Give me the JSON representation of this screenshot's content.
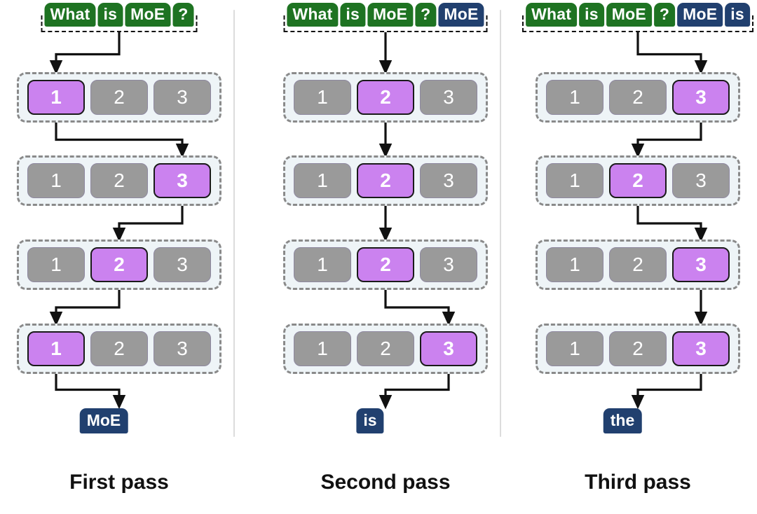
{
  "figure": {
    "type": "diagram",
    "subject": "Mixture-of-Experts iterative decoding: expert routing per pass",
    "expert_labels": [
      "1",
      "2",
      "3"
    ],
    "layers": 4
  },
  "theme": {
    "expert_active_color": "#cb82ef",
    "expert_inactive_color": "#9a9a9a",
    "prompt_token_color": "#1e7322",
    "generated_token_color": "#21406f",
    "row_background": "#eef4f7",
    "row_border": "#8a8a8a",
    "arrow_color": "#111111",
    "divider_color": "#dcdcdc",
    "page_background": "#ffffff"
  },
  "columns": [
    {
      "id": "first-pass",
      "caption": "First pass",
      "prompt": [
        {
          "text": "What",
          "kind": "prompt"
        },
        {
          "text": "is",
          "kind": "prompt"
        },
        {
          "text": "MoE",
          "kind": "prompt"
        },
        {
          "text": "?",
          "kind": "prompt"
        }
      ],
      "layers": [
        {
          "index": 1,
          "active_expert": 1,
          "experts": [
            "1",
            "2",
            "3"
          ]
        },
        {
          "index": 2,
          "active_expert": 3,
          "experts": [
            "1",
            "2",
            "3"
          ]
        },
        {
          "index": 3,
          "active_expert": 2,
          "experts": [
            "1",
            "2",
            "3"
          ]
        },
        {
          "index": 4,
          "active_expert": 1,
          "experts": [
            "1",
            "2",
            "3"
          ]
        }
      ],
      "output_token": "MoE"
    },
    {
      "id": "second-pass",
      "caption": "Second pass",
      "prompt": [
        {
          "text": "What",
          "kind": "prompt"
        },
        {
          "text": "is",
          "kind": "prompt"
        },
        {
          "text": "MoE",
          "kind": "prompt"
        },
        {
          "text": "?",
          "kind": "prompt"
        },
        {
          "text": "MoE",
          "kind": "generated"
        }
      ],
      "layers": [
        {
          "index": 1,
          "active_expert": 2,
          "experts": [
            "1",
            "2",
            "3"
          ]
        },
        {
          "index": 2,
          "active_expert": 2,
          "experts": [
            "1",
            "2",
            "3"
          ]
        },
        {
          "index": 3,
          "active_expert": 2,
          "experts": [
            "1",
            "2",
            "3"
          ]
        },
        {
          "index": 4,
          "active_expert": 3,
          "experts": [
            "1",
            "2",
            "3"
          ]
        }
      ],
      "output_token": "is"
    },
    {
      "id": "third-pass",
      "caption": "Third pass",
      "prompt": [
        {
          "text": "What",
          "kind": "prompt"
        },
        {
          "text": "is",
          "kind": "prompt"
        },
        {
          "text": "MoE",
          "kind": "prompt"
        },
        {
          "text": "?",
          "kind": "prompt"
        },
        {
          "text": "MoE",
          "kind": "generated"
        },
        {
          "text": "is",
          "kind": "generated"
        }
      ],
      "layers": [
        {
          "index": 1,
          "active_expert": 3,
          "experts": [
            "1",
            "2",
            "3"
          ]
        },
        {
          "index": 2,
          "active_expert": 2,
          "experts": [
            "1",
            "2",
            "3"
          ]
        },
        {
          "index": 3,
          "active_expert": 3,
          "experts": [
            "1",
            "2",
            "3"
          ]
        },
        {
          "index": 4,
          "active_expert": 3,
          "experts": [
            "1",
            "2",
            "3"
          ]
        }
      ],
      "output_token": "the"
    }
  ]
}
